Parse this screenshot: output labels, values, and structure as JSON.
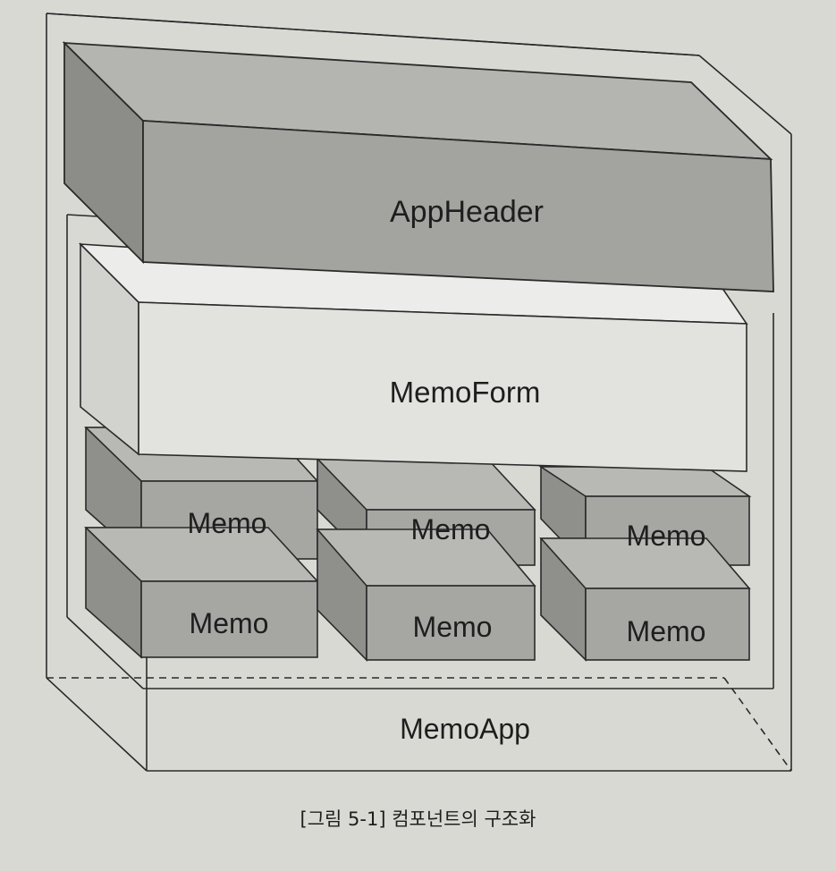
{
  "diagram": {
    "container_label": "MemoApp",
    "header_label": "AppHeader",
    "form_label": "MemoForm",
    "memo_labels": [
      "Memo",
      "Memo",
      "Memo",
      "Memo",
      "Memo",
      "Memo"
    ]
  },
  "caption": "[그림 5-1] 컴포넌트의 구조화",
  "colors": {
    "background": "#d9d9d4",
    "header_fill": "#a3a3a0",
    "form_fill": "#e2e2df",
    "memo_fill": "#a6a6a3",
    "outline": "#2a2a2a"
  }
}
